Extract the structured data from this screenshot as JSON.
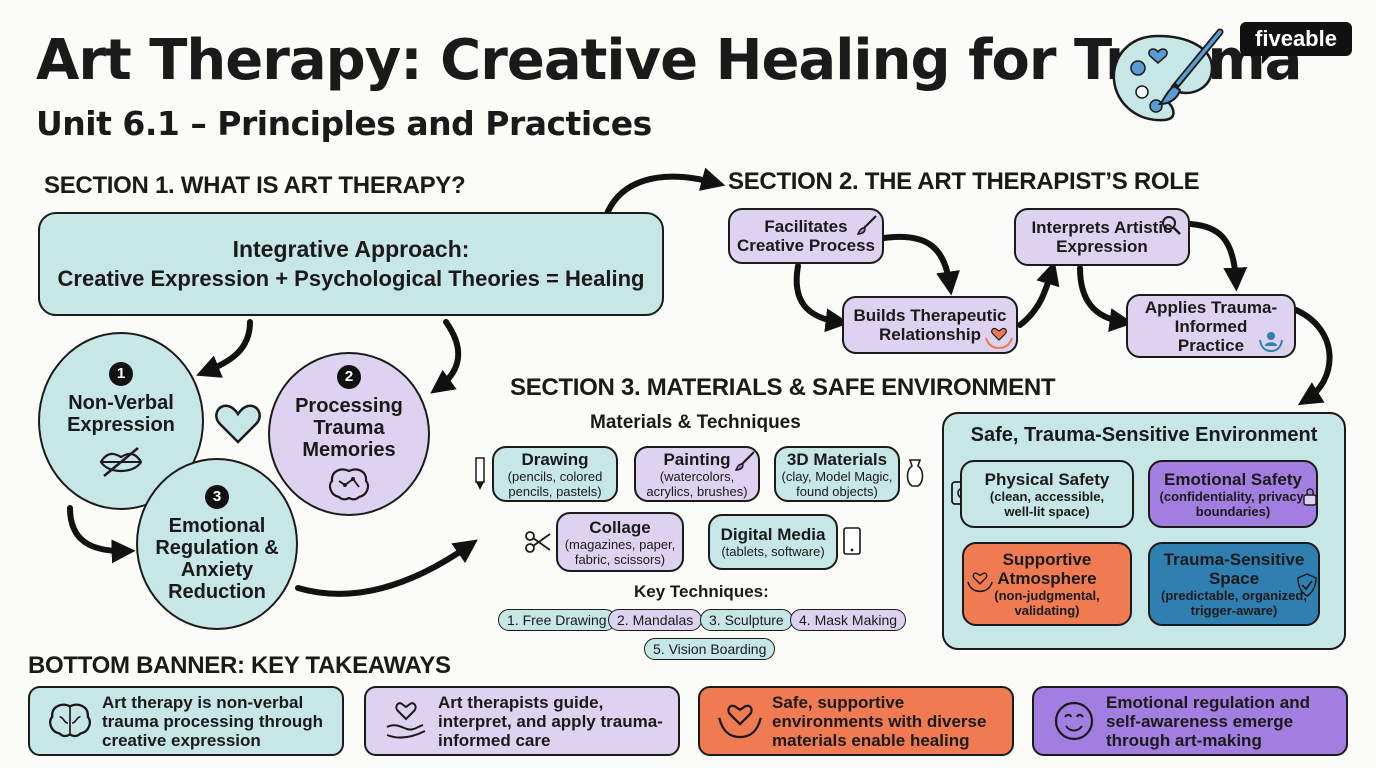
{
  "header": {
    "title": "Art Therapy: Creative Healing for Trauma",
    "subtitle": "Unit 6.1 – Principles and Practices",
    "brand": "fiveable"
  },
  "section1": {
    "heading": "SECTION 1. WHAT IS ART THERAPY?",
    "box_title": "Integrative Approach:",
    "box_text": "Creative Expression + Psychological Theories = Healing",
    "circles": [
      {
        "num": "1",
        "label": "Non-Verbal Expression",
        "icon": "lips-crossed-icon"
      },
      {
        "num": "2",
        "label": "Processing Trauma Memories",
        "icon": "brain-icon"
      },
      {
        "num": "3",
        "label": "Emotional Regulation & Anxiety Reduction",
        "icon": ""
      }
    ],
    "heart_icon": "heart-icon"
  },
  "section2": {
    "heading": "SECTION 2. THE ART THERAPIST’S ROLE",
    "roles": [
      {
        "label": "Facilitates Creative Process",
        "icon": "paintbrush-icon"
      },
      {
        "label": "Builds Therapeutic Relationship",
        "icon": "hands-heart-icon"
      },
      {
        "label": "Interprets Artistic Expression",
        "icon": "magnifier-icon"
      },
      {
        "label": "Applies Trauma-Informed Practice",
        "icon": "hands-person-icon"
      }
    ]
  },
  "section3": {
    "heading": "SECTION 3. MATERIALS & SAFE ENVIRONMENT",
    "materials_heading": "Materials & Techniques",
    "materials": [
      {
        "title": "Drawing",
        "sub": "(pencils, colored pencils, pastels)",
        "icon": "pencil-icon"
      },
      {
        "title": "Painting",
        "sub": "(watercolors, acrylics, brushes)",
        "icon": "paintbrush-icon"
      },
      {
        "title": "3D Materials",
        "sub": "(clay, Model Magic, found objects)",
        "icon": "vase-icon"
      },
      {
        "title": "Collage",
        "sub": "(magazines, paper, fabric, scissors)",
        "icon": "scissors-icon"
      },
      {
        "title": "Digital Media",
        "sub": "(tablets, software)",
        "icon": "tablet-icon"
      }
    ],
    "techniques_heading": "Key Techniques:",
    "techniques": [
      "1. Free Drawing",
      "2. Mandalas",
      "3. Sculpture",
      "4. Mask Making",
      "5. Vision Boarding"
    ]
  },
  "environment": {
    "heading": "Safe, Trauma-Sensitive Environment",
    "items": [
      {
        "title": "Physical Safety",
        "sub": "(clean, accessible, well-lit space)",
        "icon": "safe-icon"
      },
      {
        "title": "Emotional Safety",
        "sub": "(confidentiality, privacy, boundaries)",
        "icon": "lock-icon"
      },
      {
        "title": "Supportive Atmosphere",
        "sub": "(non-judgmental, validating)",
        "icon": "hands-heart-icon"
      },
      {
        "title": "Trauma-Sensitive Space",
        "sub": "(predictable, organized, trigger-aware)",
        "icon": "shield-check-icon"
      }
    ]
  },
  "takeaways": {
    "heading": "BOTTOM BANNER: KEY TAKEAWAYS",
    "items": [
      {
        "text": "Art therapy is non-verbal trauma processing through creative expression",
        "icon": "brain-icon"
      },
      {
        "text": "Art therapists guide, interpret, and apply trauma-informed care",
        "icon": "hand-heart-icon"
      },
      {
        "text": "Safe, supportive environments with diverse materials enable healing",
        "icon": "hands-heart-icon"
      },
      {
        "text": "Emotional regulation and self-awareness emerge through art-making",
        "icon": "smile-icon"
      }
    ]
  },
  "colors": {
    "teal": "#c7e6e6",
    "lavender": "#ddd3f0",
    "purple": "#a27ee0",
    "orange": "#f07a52",
    "blue": "#2f7fb0"
  }
}
